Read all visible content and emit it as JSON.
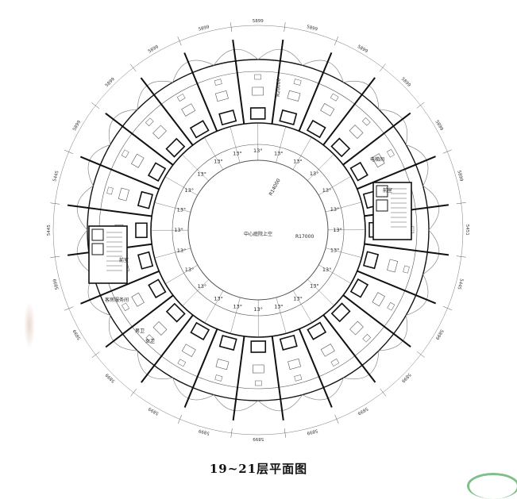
{
  "title": "19~21层平面图",
  "center_label": "中心庭院上空",
  "radius_labels": [
    "R14000",
    "R17000",
    "R20000"
  ],
  "dimensions": {
    "bay": "5899",
    "core_bays": [
      "5451",
      "5445",
      "5445",
      "5445"
    ],
    "angle": "13°"
  },
  "room_labels": {
    "stair_core_east": "前室",
    "elevator_lobby": "电梯间",
    "stair_core_west": "前室",
    "service_room": "客房服务间",
    "toilet_men": "男卫",
    "toilet_women": "女卫"
  },
  "colors": {
    "wall": "#111111",
    "thin_line": "#555555",
    "canopy": "#8a8a8a"
  }
}
